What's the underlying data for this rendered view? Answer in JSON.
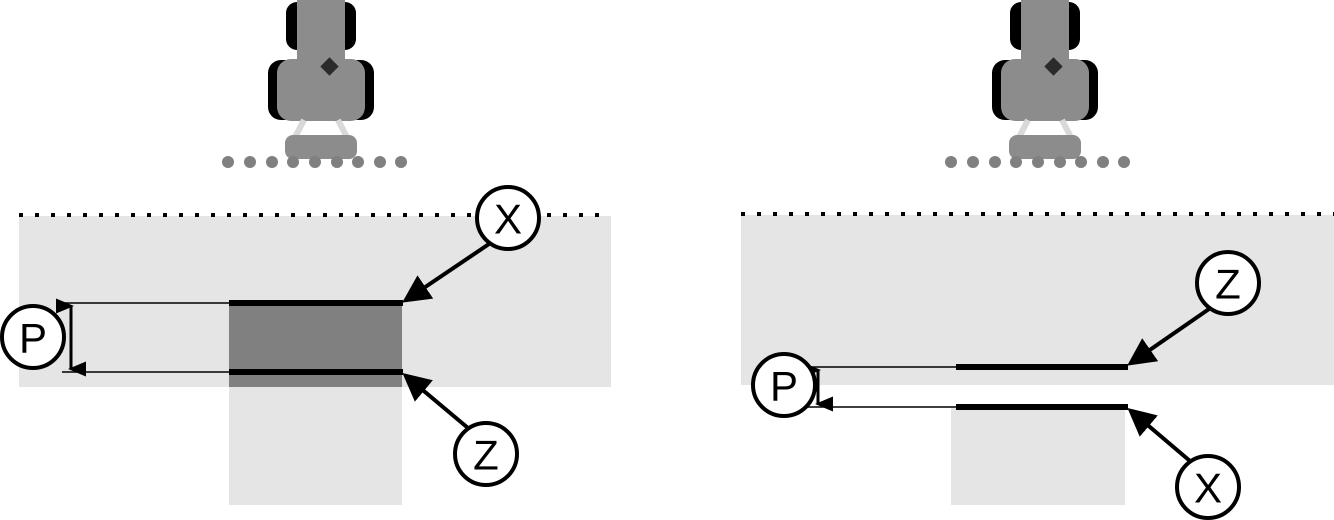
{
  "figure": {
    "title": "Tillage depth comparison diagram",
    "description": "Two side-by-side cross-section diagrams of a tractor with a mounted implement working in a soil profile, each annotated with callouts X, Z and dimension P.",
    "colors": {
      "background": "#ffffff",
      "soil_band": "#e5e5e5",
      "worked_block": "#808080",
      "tractor_body": "#8c8c8c",
      "tractor_wheel": "#000000",
      "linkage": "#d9d9d9",
      "surface_dot": "#808080",
      "marker_diamond": "#2b2b2b",
      "callout_stroke": "#000000",
      "callout_fill": "#ffffff",
      "dimension_line": "#000000"
    }
  },
  "panels": [
    {
      "id": "left",
      "name": "deep-tillage-panel",
      "tractor": {
        "name": "tractor-front-view",
        "surface_dot_count": 9
      },
      "soil": {
        "surface_line_style": "dotted",
        "band_label": "soil-band",
        "sublayer_label": "soil-sublayer"
      },
      "worked_zone": {
        "name": "worked-soil-block",
        "top_edge_label": "X",
        "bottom_edge_label": "Z"
      },
      "callouts": [
        {
          "id": "x",
          "label": "X",
          "name": "callout-x",
          "points_to": "worked-zone-top-edge"
        },
        {
          "id": "z",
          "label": "Z",
          "name": "callout-z",
          "points_to": "worked-zone-bottom-edge"
        }
      ],
      "dimension": {
        "id": "p",
        "label": "P",
        "name": "dimension-p",
        "measures": "vertical distance between X and Z edges"
      }
    },
    {
      "id": "right",
      "name": "shallow-tillage-panel",
      "tractor": {
        "name": "tractor-front-view",
        "surface_dot_count": 9
      },
      "soil": {
        "surface_line_style": "dotted",
        "band_label": "soil-band",
        "sublayer_label": "soil-sublayer"
      },
      "worked_zone": {
        "name": "worked-soil-block",
        "top_edge_label": "Z",
        "bottom_edge_label": "X"
      },
      "callouts": [
        {
          "id": "z",
          "label": "Z",
          "name": "callout-z",
          "points_to": "upper-edge-line"
        },
        {
          "id": "x",
          "label": "X",
          "name": "callout-x",
          "points_to": "lower-edge-line"
        }
      ],
      "dimension": {
        "id": "p",
        "label": "P",
        "name": "dimension-p",
        "measures": "vertical distance between Z and X edges"
      }
    }
  ]
}
